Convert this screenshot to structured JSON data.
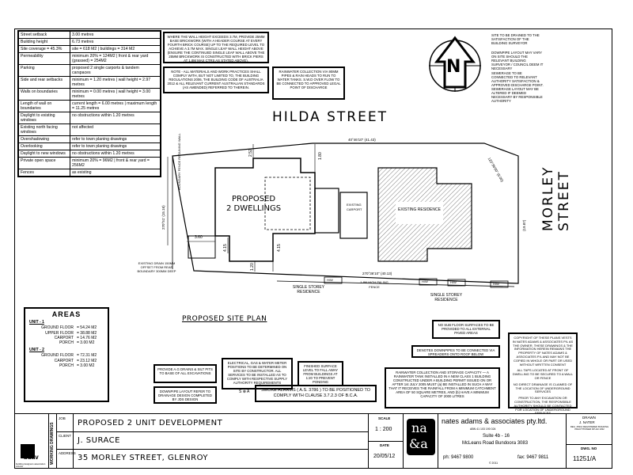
{
  "planning_table": [
    {
      "label": "Street setback",
      "value": "3.00 metres"
    },
    {
      "label": "Building height",
      "value": "6.73 metres"
    },
    {
      "label": "Site coverage = 45.3%",
      "value": "site = 618 M2 | buildings = 314 M2"
    },
    {
      "label": "Permeability",
      "value": "minimum 20% = 124M2 | front & rear yard (grassed) = 254M2"
    },
    {
      "label": "Parking",
      "value": "proposed 2 single carports & tandem carspaces"
    },
    {
      "label": "Side and rear setbacks",
      "value": "minimum = 1.20 metres | wall height = 2.97 metres"
    },
    {
      "label": "Walls on boundaries",
      "value": "minimum = 0.00 metres | wall height = 3.00 metres"
    },
    {
      "label": "Length of wall on boundaries",
      "value": "current length = 6.00 metres | maximum length = 11.25 metres"
    },
    {
      "label": "Daylight to existing windows",
      "value": "no obstructions within 1.20 metres"
    },
    {
      "label": "Existing north facing windows",
      "value": "not affected"
    },
    {
      "label": "Overshadowing",
      "value": "refer to town planing drawings"
    },
    {
      "label": "Overlooking",
      "value": "refer to town planing drawings"
    },
    {
      "label": "Daylight to new windows",
      "value": "no obstructions within 1.20 metres"
    },
    {
      "label": "Private open space",
      "value": "minimum 20% = 96M2 | front & rear yard = 256M2"
    },
    {
      "label": "Fences",
      "value": "as existing"
    }
  ],
  "notes": {
    "wall_height": "WHERE THE WALL HEIGHT EXCEEDS 3.7M, PROVIDE 25MM BASE BRICKWORK (WITH A HEADER COURSE AT EVERY FOURTH BRICK COURSE) UP TO THE REQUIRED LEVEL TO ACHIEVE A 3.7M MAX. SINGLE LEAF WALL HEIGHT ABOVE (ENSURE THE CONTINUED SINGLE LEAF WALL ABOVE THE 25MM BRICKWORK IS CONSTRUCTED WITH BRICK PIERS AT 1.8M MAX CTRS AS STATED ABOVE).",
    "materials": "NOTE - ALL MATERIALS AND WORK PRACTICES SHALL COMPLY WITH, BUT NOT LIMITED TO, THE BUILDING REGULATIONS 2006, THE BUILDING CODE OF AUSTRALIA 2012 & ALL RELEVANT CURRENT AUSTRALIAN STANDARDS (AS AMENDED) REFERRED TO THEREIN.",
    "rainwater_collection": "RAINWATER COLLECTION VIA 90MM PIPES & RAIN HEADS TO RUN TO WATER TANKS. S.W.D OVER FLOW TO BE CONNECTED TO APPROVED LEGAL POINT OF DISCHARGE",
    "site_drained": "SITE TO BE DRAINED TO THE SATISFACTION OF THE BUILDING SURVEYOR",
    "downpipe_layout": "DOWNPIPE LAYOUT MAY VARY ON SITE SHOULD THE RELEVANT BUILDING SURVEYOR / COUNCIL DEEM IT NECESSARY",
    "sewerage": "SEWERAGE TO BE CONNECTED TO RELEVANT AUTHORITY SATISFACTION & APPROVED DISCHARGE POINT. SEWERAGE LAYOUT MAY BE ALTERED IF DEEMED NECESSARY BY RESPONSIBLE AUTHORITY",
    "sub_floor": "NO SUB FLOOR SURFACES TO BE PROVIDED TO ALL EXTERNAL PAVED AREAS",
    "downpipes": "DENOTES DOWNPIPES TO BE CONNECTED VIA SPREADERS ONTO ROOF BELOW",
    "ag_drains": "PROVIDE A.G DRAINS & SILT PITS TO BASE OF ALL EXCAVATIONS",
    "electrical": "ELECTRICAL, GAS & WATER METER POSITIONS TO BE DETERMINED ON SITE BY CONSTRUCTOR. ALL SERVICES TO BE INSTALLED AS TO COMPLY WITH RESPECTIVE SUPPLY AUTHORITY REQUIREMENTS",
    "finished_surface": "FINISHED SURFACE LEVEL TO FALL AWAY FROM BUILDINGS AT 1:20 TO PREVENT PONDING",
    "rainwater_tank": "RAINWATER COLLECTION AND STORAGE CAPACITY — A RAINWATER TANK INSTALLED IN A NEW CLASS 1 BUILDING CONSTRUCTED UNDER A BUILDING PERMIT ISSUED ON OR AFTER 1st JULY 2005 MUST (a) BE INSTALLED IN SUCH A WAY THAT IT RECEIVES THE RAINFALL FROM A MINIMUM CATCHMENT AREA OF 50 SQUARE METRES, AND (b) HAVE A MINIMUM CAPACITY OF 2000 LITRES",
    "downpipe_design": "DOWNPIPE LAYOUT REFER TO DRAINAGE DESIGN COMPLETED BY JDS DESIGN",
    "smoke_alarms": "SMOKE ALARMS ( A.S. 3786 ) TO BE POSITIONED TO COMPLY WITH CLAUSE 3.7.2.3 OF B.C.A.",
    "smoke_symbol": "S ⊗ A",
    "copyright": "COPYRIGHT OF THESE PLANS VESTS IN NATES ADAMS & ASSOCIATES P/L AS THE OWNER. THESE DRAWINGS & THE INFORMATION HEREIN REMAINS THE PROPERTY OF NATES ADAMS & ASSOCIATES P/L AND MAY NOT BE COPIED IN WHOLE OR PART OR USED WITHOUT WRITTEN CONSENT",
    "tap": "ALL TAPS LOCATED AT FRONT OF DWELLING TO BE SECURED TO A WALL OR FENCE",
    "no_direct_drainage": "NO DIRECT DRAINAGE IS CLAIMED OF THE LOCATION OF UNDERGROUND SERVICES",
    "excavation": "PRIOR TO ANY EXCAVATION OR CONSTRUCTION, THE RESPONSIBLE AUTHORITY SHOULD BE CONTACTED FOR LOCATION OF UNDERGROUND SERVICES"
  },
  "plan": {
    "street_top": "HILDA STREET",
    "street_right": "MORLEY STREET",
    "north": "N",
    "proposed": "PROPOSED\n2 DWELLINGS",
    "existing_carport": "EXISTING CARPORT",
    "existing_residence": "EXISTING RESIDENCE",
    "single_storey_1": "SINGLE STOREY RESIDENCE",
    "single_storey_2": "SINGLE STOREY RESIDENCE",
    "existing_drain": "EXISTING DRAIN 150MM OFFSET FROM REAR BOUNDARY 300MM DEEP",
    "retaining": "BOUNDARY FENCE RETAINING WALL",
    "dim_top": "40°46'10\" (41.43)",
    "dim_bottom": "270°36'10\" (40.13)",
    "dim_right_top": "120°36'00\" (6.00)",
    "dim_right_side": "(19.87)",
    "dim_left": "270°51' (15.16)",
    "dim_3_60": "3.60",
    "dim_4_15a": "4.15",
    "dim_4_15b": "4.15",
    "dim_1_20": "1.20",
    "dim_2_52": "2.52",
    "dim_1_80": "1.80",
    "fence": "1.8M HIGH PALING FENCE",
    "hw1": "H/W",
    "hw2": "H/W",
    "hw3": "H/W",
    "hw4": "H/W"
  },
  "site_plan_title": "PROPOSED SITE PLAN",
  "areas": {
    "title": "AREAS",
    "units": [
      {
        "name": "UNIT - 1",
        "rows": [
          {
            "k": "GROUND FLOOR",
            "v": "= 54.24 M2"
          },
          {
            "k": "UPPER FLOOR",
            "v": "= 38.88 M2"
          },
          {
            "k": "CARPORT",
            "v": "= 14.76 M2"
          },
          {
            "k": "PORCH",
            "v": "= 3.00 M2"
          }
        ]
      },
      {
        "name": "UNIT - 2",
        "rows": [
          {
            "k": "GROUND FLOOR",
            "v": "= 72.31 M2"
          },
          {
            "k": "CARPORT",
            "v": "= 23.12 M2"
          },
          {
            "k": "PORCH",
            "v": "= 3.00 M2"
          }
        ]
      }
    ]
  },
  "title_block": {
    "side_label": "WORKING DRAWINGS",
    "logo": "bdav",
    "logo_sub": "building designers association victoria",
    "job_label": "JOB",
    "job": "PROPOSED 2 UNIT DEVELOPMENT",
    "client_label": "CLIENT",
    "client": "J. SURACE",
    "address_label": "ADDRESS",
    "address": "35 MORLEY STREET, GLENROY",
    "scale_label": "SCALE",
    "scale": "1 : 200",
    "date_label": "DATE",
    "date": "20/05/12",
    "na_logo_top": "na",
    "na_logo_bottom": "&a",
    "firm": "nates adams & associates pty.ltd.",
    "abn": "ABN 41 103 190 024",
    "suite": "Suite 4b - 16",
    "street": "McLeans Road Bundoora 3083",
    "phone": "ph: 9467 9800",
    "fax": "fax: 9467 9811",
    "copy": "© 2011",
    "drawn_label": "DRAWN",
    "drawn": "J. NATER",
    "reg": "REG. 25312 REGISTERED BUILDING PRACTITIONER DP-AD 1032",
    "dwg_label": "DWG. NO",
    "dwg": "11251/A"
  }
}
